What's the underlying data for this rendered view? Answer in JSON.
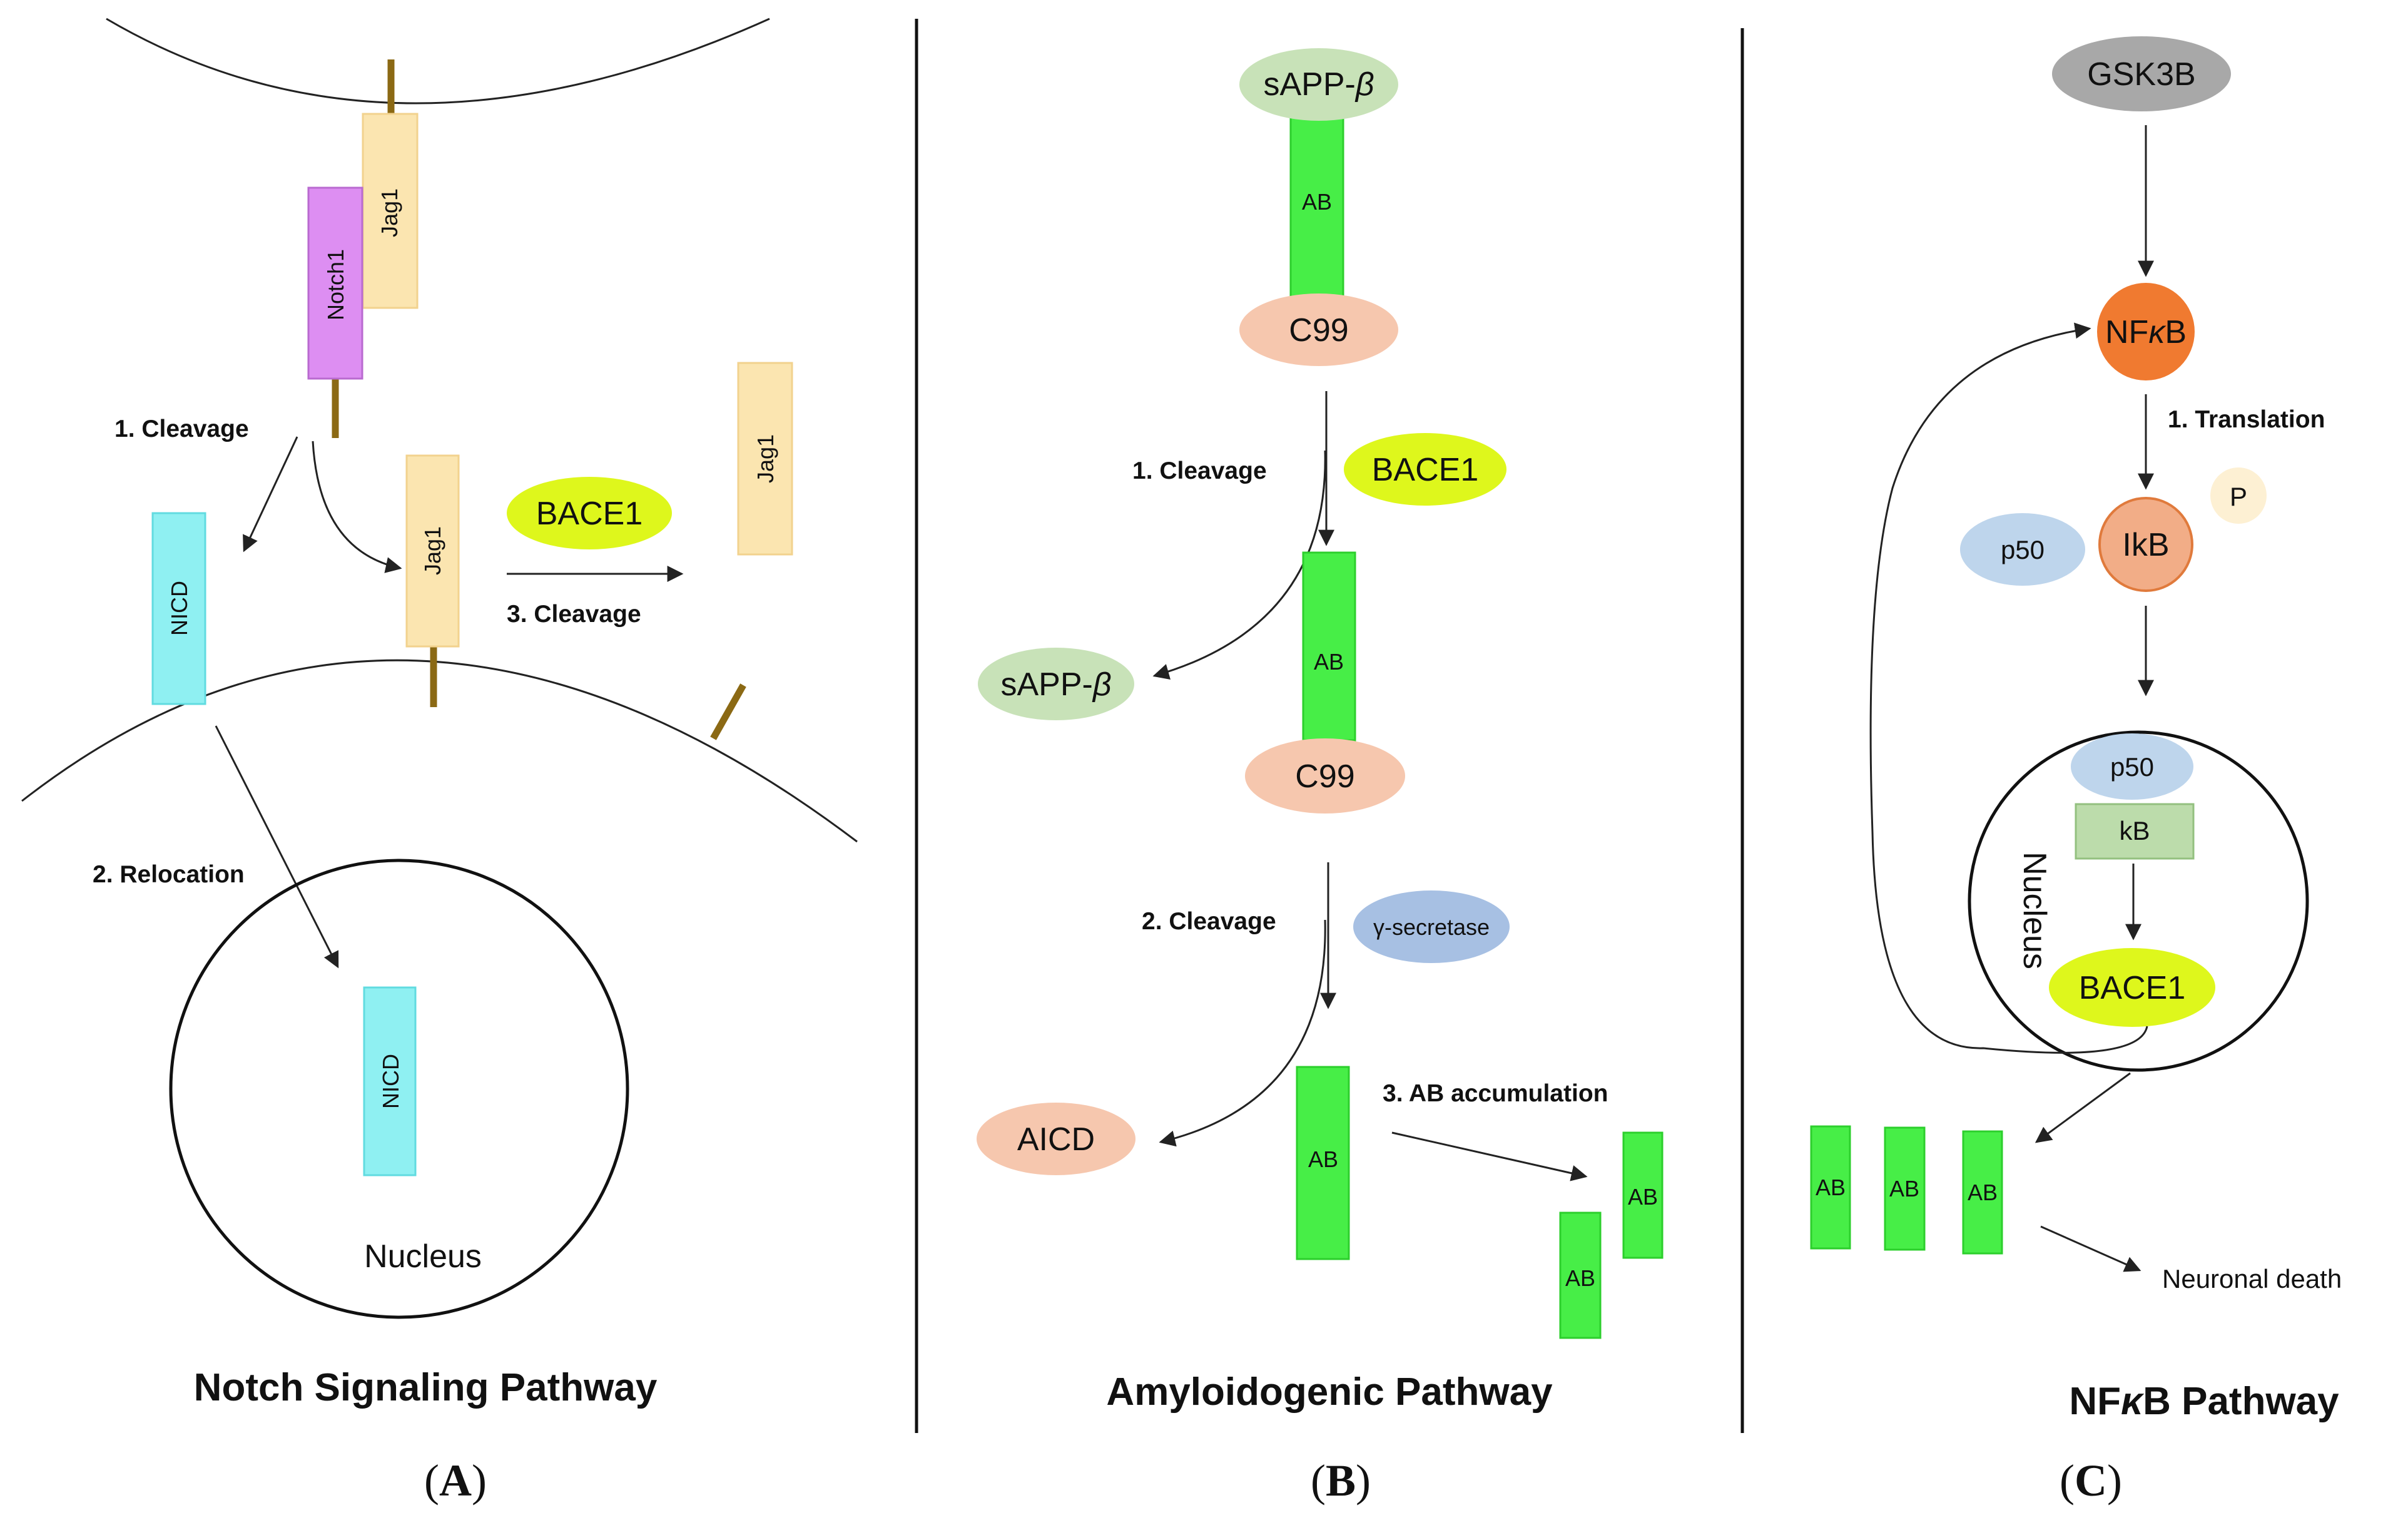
{
  "panel_a": {
    "title": "Notch Signaling Pathway",
    "letter": "A",
    "jag1": "Jag1",
    "notch1": "Notch1",
    "nicd": "NICD",
    "bace1": "BACE1",
    "nucleus": "Nucleus",
    "step1": "1. Cleavage",
    "step2": "2. Relocation",
    "step3": "3. Cleavage"
  },
  "panel_b": {
    "title": "Amyloidogenic Pathway",
    "letter": "B",
    "sapp_prefix": "sAPP-",
    "sapp_beta": "β",
    "ab": "AB",
    "c99": "C99",
    "bace1": "BACE1",
    "gamma": "γ-secretase",
    "aicd": "AICD",
    "step1": "1. Cleavage",
    "step2": "2. Cleavage",
    "step3": "3. AB accumulation"
  },
  "panel_c": {
    "title_prefix": "NF",
    "title_kappa": "κ",
    "title_suffix": "B Pathway",
    "letter": "C",
    "gsk3b": "GSK3B",
    "nfkb_prefix": "NF",
    "nfkb_kappa": "κ",
    "nfkb_suffix": "B",
    "step1": "1. Translation",
    "p": "P",
    "p50": "p50",
    "ikb": "IkB",
    "kb": "kB",
    "nucleus": "Nucleus",
    "bace1": "BACE1",
    "ab": "AB",
    "neuronal_death": "Neuronal death"
  },
  "colors": {
    "jag1": "#fbe5b0",
    "notch1": "#dd8ef2",
    "nicd": "#8ff0f2",
    "bace1": "#def71c",
    "ab": "#47ee47",
    "sapp": "#c8e2b8",
    "c99": "#f6c7ae",
    "gamma": "#a7c0e3",
    "gsk3b": "#a8a8a8",
    "nfkb": "#f07a30",
    "ikb": "#f2ad87",
    "p50": "#bed5ec",
    "kb": "#bcdcab",
    "p": "#fdf0d3",
    "stalk": "#8b6914"
  }
}
